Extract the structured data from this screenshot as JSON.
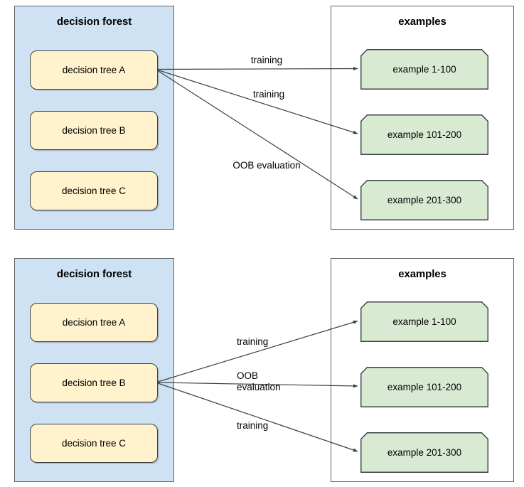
{
  "colors": {
    "forest_panel_fill": "#cfe2f3",
    "examples_panel_fill": "#ffffff",
    "tree_box_fill": "#fff2cc",
    "example_box_fill": "#d9ead3",
    "border": "#3c4043",
    "panel_border": "#5f6368",
    "text": "#000000"
  },
  "diagrams": [
    {
      "id": "top",
      "forest": {
        "title": "decision forest",
        "trees": [
          {
            "label": "decision tree A",
            "highlighted": true
          },
          {
            "label": "decision tree B",
            "highlighted": false
          },
          {
            "label": "decision tree C",
            "highlighted": false
          }
        ]
      },
      "examples": {
        "title": "examples",
        "items": [
          {
            "label": "example 1-100"
          },
          {
            "label": "example 101-200"
          },
          {
            "label": "example 201-300"
          }
        ]
      },
      "edges": [
        {
          "from": "decision tree A",
          "to": "example 1-100",
          "label": "training"
        },
        {
          "from": "decision tree A",
          "to": "example 101-200",
          "label": "training"
        },
        {
          "from": "decision tree A",
          "to": "example 201-300",
          "label": "OOB evaluation"
        }
      ]
    },
    {
      "id": "bottom",
      "forest": {
        "title": "decision forest",
        "trees": [
          {
            "label": "decision tree A",
            "highlighted": false
          },
          {
            "label": "decision tree B",
            "highlighted": true
          },
          {
            "label": "decision tree C",
            "highlighted": false
          }
        ]
      },
      "examples": {
        "title": "examples",
        "items": [
          {
            "label": "example 1-100"
          },
          {
            "label": "example 101-200"
          },
          {
            "label": "example 201-300"
          }
        ]
      },
      "edges": [
        {
          "from": "decision tree B",
          "to": "example 1-100",
          "label": "training"
        },
        {
          "from": "decision tree B",
          "to": "example 101-200",
          "label": "OOB\nevaluation"
        },
        {
          "from": "decision tree B",
          "to": "example 201-300",
          "label": "training"
        }
      ]
    }
  ]
}
